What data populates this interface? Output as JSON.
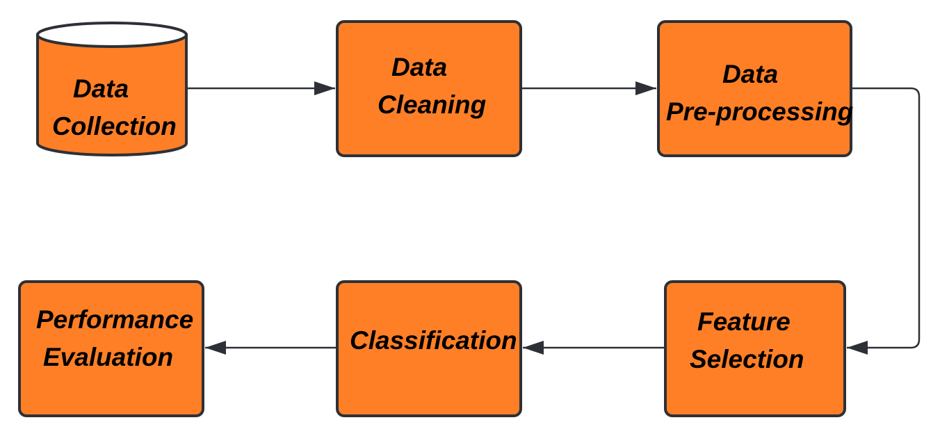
{
  "colors": {
    "node_fill": "#FF7F27",
    "node_stroke": "#2D3036",
    "cylinder_top": "#FFFFFF",
    "edge": "#2D3036",
    "text": "#000000"
  },
  "nodes": [
    {
      "id": "data-collection",
      "shape": "cylinder",
      "lines": [
        "Data",
        "Collection"
      ]
    },
    {
      "id": "data-cleaning",
      "shape": "rounded-rect",
      "lines": [
        "Data",
        "Cleaning"
      ]
    },
    {
      "id": "data-preprocessing",
      "shape": "rounded-rect",
      "lines": [
        "Data",
        "Pre-processing"
      ]
    },
    {
      "id": "feature-selection",
      "shape": "rounded-rect",
      "lines": [
        "Feature",
        "Selection"
      ]
    },
    {
      "id": "classification",
      "shape": "rounded-rect",
      "lines": [
        "Classification"
      ]
    },
    {
      "id": "performance-evaluation",
      "shape": "rounded-rect",
      "lines": [
        "Performance",
        "Evaluation"
      ]
    }
  ],
  "edges": [
    {
      "from": "data-collection",
      "to": "data-cleaning"
    },
    {
      "from": "data-cleaning",
      "to": "data-preprocessing"
    },
    {
      "from": "data-preprocessing",
      "to": "feature-selection"
    },
    {
      "from": "feature-selection",
      "to": "classification"
    },
    {
      "from": "classification",
      "to": "performance-evaluation"
    }
  ]
}
